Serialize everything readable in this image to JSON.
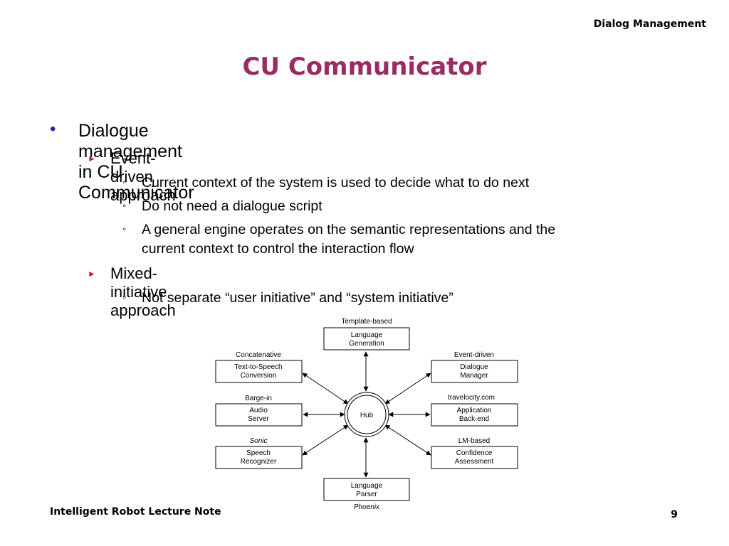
{
  "header": "Dialog Management",
  "title": "CU Communicator",
  "bullets": {
    "main": "Dialogue management in CU Communicator",
    "event_driven": "Event-driven approach",
    "ed_1": "Current context of the system is used to decide what to do next",
    "ed_2": "Do not need a dialogue script",
    "ed_3a": "A general engine operates on the semantic representations and the",
    "ed_3b": "current context to control the interaction flow",
    "mixed": "Mixed-initiative approach",
    "mi_1": "Not separate “user initiative” and “system initiative”"
  },
  "diagram": {
    "hub": "Hub",
    "modules": {
      "language_generation": {
        "line1": "Language",
        "line2": "Generation",
        "caption": "Template-based"
      },
      "tts": {
        "line1": "Text-to-Speech",
        "line2": "Conversion",
        "caption": "Concatenative"
      },
      "dialogue_manager": {
        "line1": "Dialogue",
        "line2": "Manager",
        "caption": "Event-driven"
      },
      "audio_server": {
        "line1": "Audio",
        "line2": "Server",
        "caption": "Barge-in"
      },
      "application_backend": {
        "line1": "Application",
        "line2": "Back-end",
        "caption": "travelocity.com"
      },
      "speech_recognizer": {
        "line1": "Speech",
        "line2": "Recognizer",
        "caption": "Sonic"
      },
      "confidence_assessment": {
        "line1": "Confidence",
        "line2": "Assessment",
        "caption": "LM-based"
      },
      "language_parser": {
        "line1": "Language",
        "line2": "Parser",
        "caption": "Phoenix"
      }
    }
  },
  "footer": {
    "left": "Intelligent Robot Lecture Note",
    "page": "9"
  }
}
